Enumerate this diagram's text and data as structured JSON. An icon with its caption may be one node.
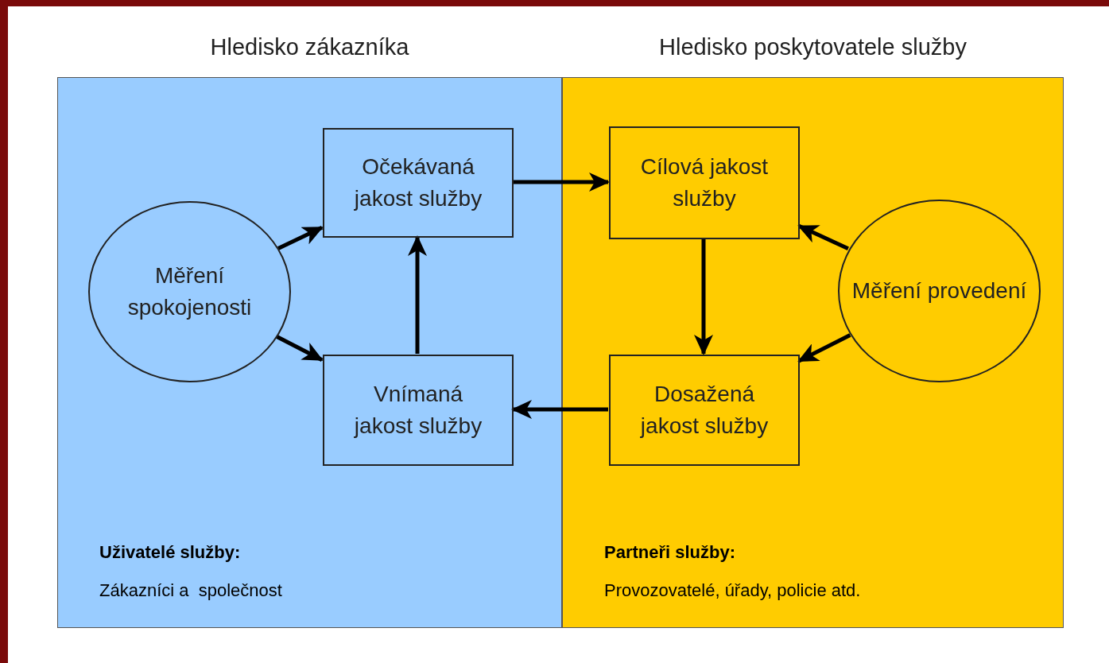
{
  "diagram": {
    "nodes": [
      {
        "text": [
          "Hledisko zákazníka",
          "Uživatelé služby:",
          "Zákazníci a  společnost"
        ]
      },
      {
        "text": [
          "Hledisko poskytovatele služby",
          "Partneři služby:",
          "Provozovatelé, úřady, policie atd."
        ]
      },
      {
        "text": [
          "Měření spokojenosti"
        ],
        "in": 0
      },
      {
        "text": [
          "Očekávaná jakost služby"
        ],
        "in": 0
      },
      {
        "text": [
          "Vnímaná jakost služby"
        ],
        "in": 0
      },
      {
        "text": [
          "Cílová jakost služby"
        ],
        "in": 1
      },
      {
        "text": [
          "Dosažená jakost služby"
        ],
        "in": 1
      },
      {
        "text": [
          "Měření provedení"
        ],
        "in": 1
      }
    ],
    "edges": [
      {
        "from": 2,
        "to": 3,
        "arrow": "to"
      },
      {
        "from": 2,
        "to": 4,
        "arrow": "to"
      },
      {
        "from": 4,
        "to": 3,
        "arrow": "to"
      },
      {
        "from": 3,
        "to": 5,
        "arrow": "to"
      },
      {
        "from": 5,
        "to": 6,
        "arrow": "to"
      },
      {
        "from": 6,
        "to": 4,
        "arrow": "to"
      },
      {
        "from": 7,
        "to": 5,
        "arrow": "to"
      },
      {
        "from": 7,
        "to": 6,
        "arrow": "to"
      }
    ]
  }
}
